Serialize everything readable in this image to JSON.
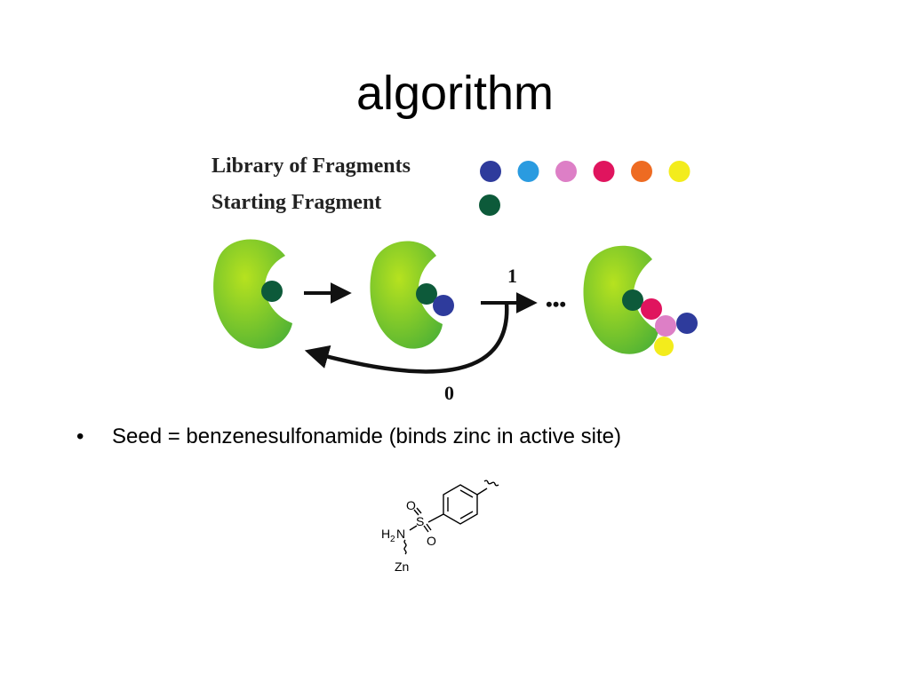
{
  "title": "algorithm",
  "figure": {
    "legend": {
      "library_label": "Library of Fragments",
      "starting_label": "Starting Fragment",
      "library_colors": [
        "#2e3b9c",
        "#2a9be0",
        "#dd7fc6",
        "#e0145e",
        "#ee6b22",
        "#f3ec1c"
      ],
      "starting_color": "#0d5a3a"
    },
    "step_forward_label": "1",
    "step_back_label": "0",
    "ellipsis": "•••",
    "protein_color": "#82c91e"
  },
  "bullet": {
    "marker": "•",
    "text": "Seed = benzenesulfonamide (binds zinc in active site)"
  },
  "structure": {
    "o_top": "O",
    "s": "S",
    "o_bottom": "O",
    "h": "H",
    "sub_2": "2",
    "n": "N",
    "zn": "Zn"
  }
}
